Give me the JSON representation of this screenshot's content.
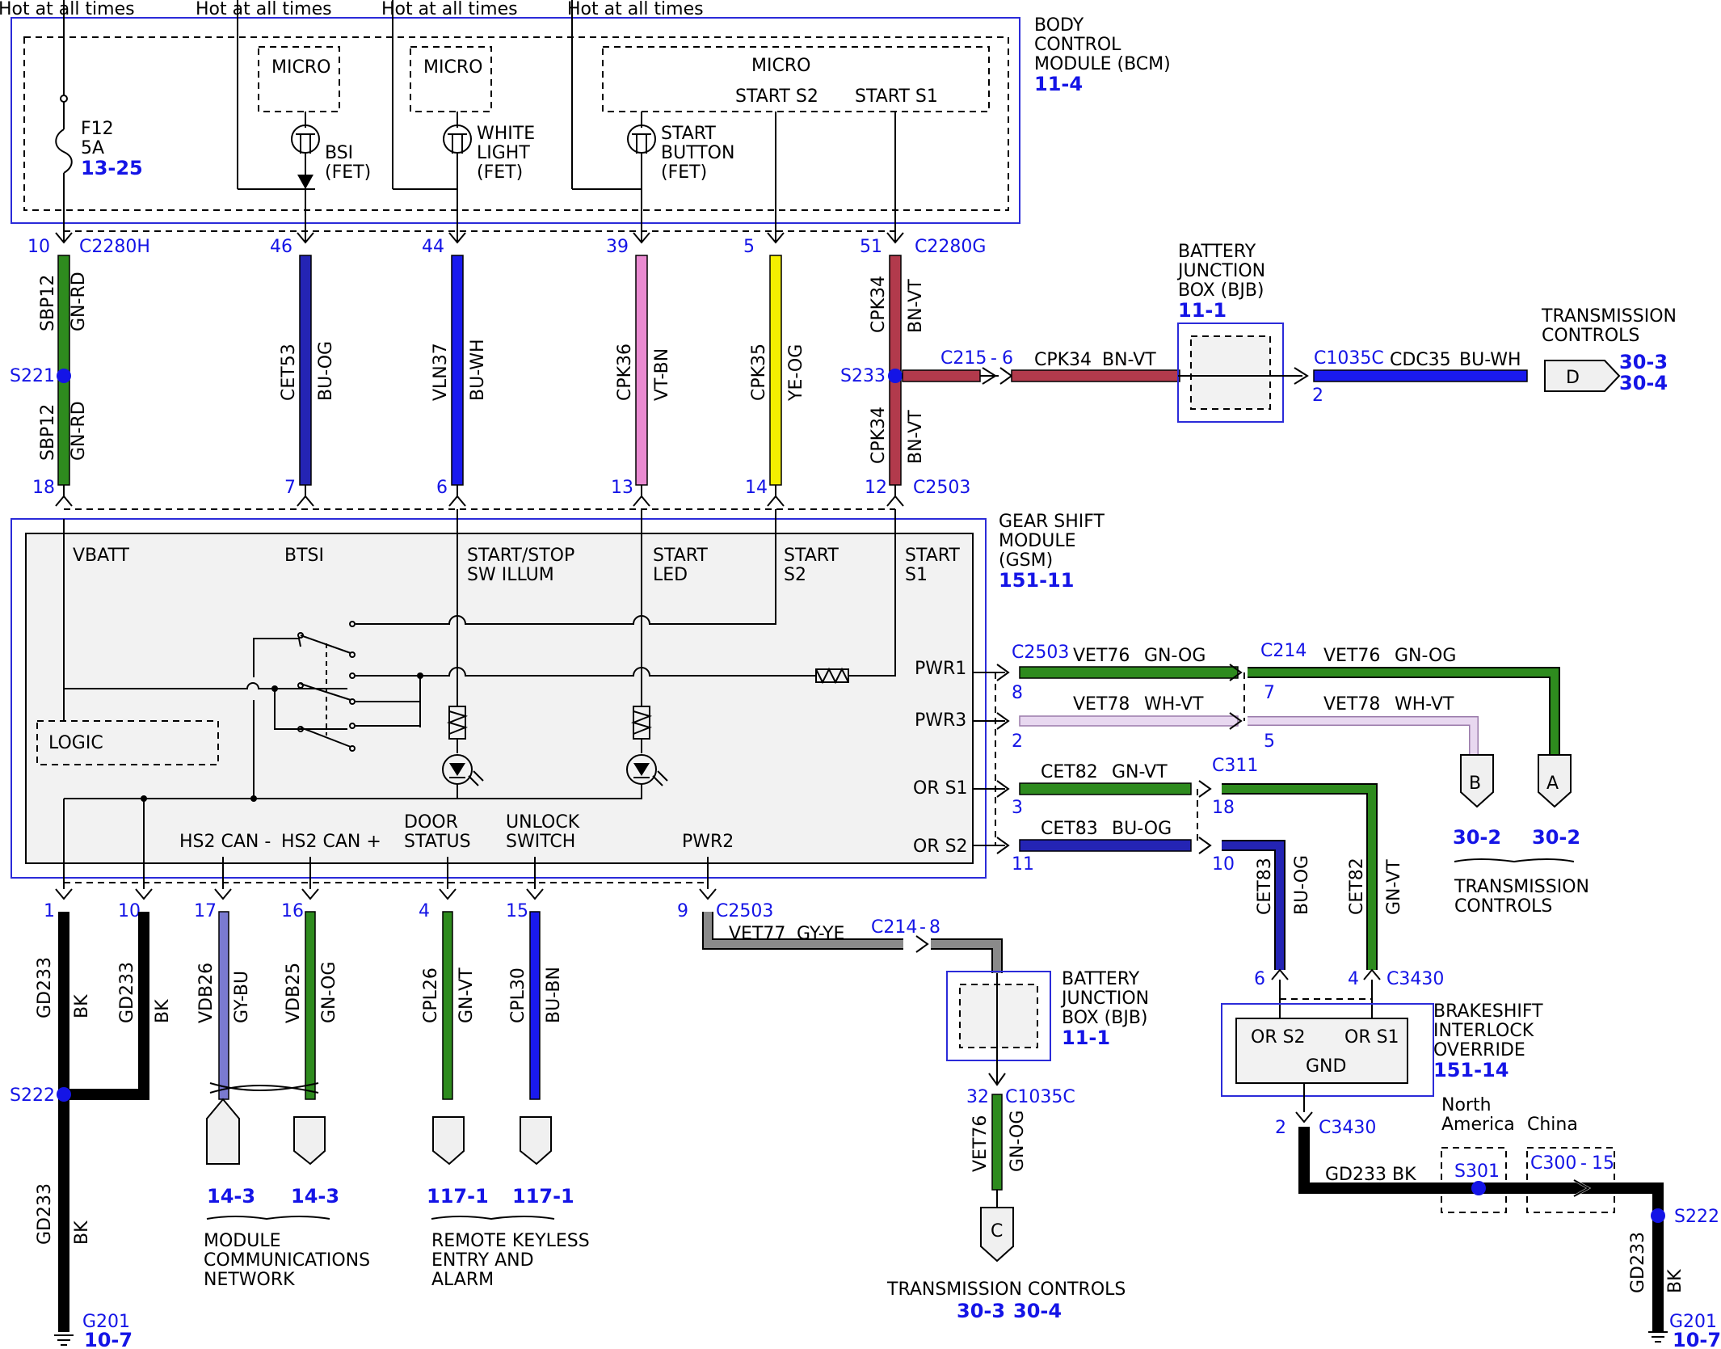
{
  "hot": "Hot at all times",
  "colors": {
    "GN-RD": "#2e8b1e",
    "BU-OG": "#2424b4",
    "BU-WH": "#1a1aee",
    "VT-BN": "#e98ad0",
    "YE-OG": "#f5f000",
    "BN-VT": "#b23a4c",
    "GN-OG": "#2e8b1e",
    "WH-VT": "#e8d8f0",
    "GN-VT": "#2e8b1e",
    "GY-YE": "#8a8a8a",
    "GY-BU": "#7a7ad0",
    "BU-BN": "#1a1aee",
    "BK": "#000000",
    "splice": "#1414e6"
  },
  "bcm": {
    "name": [
      "BODY",
      "CONTROL",
      "MODULE (BCM)"
    ],
    "ref": "11-4",
    "micro": "MICRO",
    "fuse": [
      "F12",
      "5A"
    ],
    "fuse_ref": "13-25",
    "bsi": [
      "BSI",
      "(FET)"
    ],
    "white": [
      "WHITE",
      "LIGHT",
      "(FET)"
    ],
    "startbtn": [
      "START",
      "BUTTON",
      "(FET)"
    ],
    "s2": "START S2",
    "s1": "START S1",
    "c1": "C2280H",
    "c2": "C2280G",
    "pins": [
      "10",
      "46",
      "44",
      "39",
      "5",
      "51"
    ]
  },
  "upper_wires": [
    {
      "id": "SBP12",
      "color": "GN-RD"
    },
    {
      "id": "CET53",
      "color": "BU-OG"
    },
    {
      "id": "VLN37",
      "color": "BU-WH"
    },
    {
      "id": "CPK36",
      "color": "VT-BN"
    },
    {
      "id": "CPK35",
      "color": "YE-OG"
    },
    {
      "id": "CPK34",
      "color": "BN-VT"
    }
  ],
  "s221": "S221",
  "s233": "S233",
  "gsm_top_pins": [
    "18",
    "7",
    "6",
    "13",
    "14",
    "12"
  ],
  "gsm_top_conn": "C2503",
  "c215": "C215",
  "c215_pin": "6",
  "cpk34_mid": {
    "id": "CPK34",
    "color": "BN-VT"
  },
  "bjb1": {
    "name": [
      "BATTERY",
      "JUNCTION",
      "BOX (BJB)"
    ],
    "ref": "11-1"
  },
  "c1035c": "C1035C",
  "c1035c_pin": "2",
  "cdc35": {
    "id": "CDC35",
    "color": "BU-WH"
  },
  "conn_d": "D",
  "trans_top": {
    "name": [
      "TRANSMISSION",
      "CONTROLS"
    ],
    "refs": [
      "30-3",
      "30-4"
    ]
  },
  "gsm": {
    "name": [
      "GEAR SHIFT",
      "MODULE",
      "(GSM)"
    ],
    "ref": "151-11",
    "vbatt": "VBATT",
    "btsi": "BTSI",
    "sws": [
      "START/STOP",
      "SW ILLUM"
    ],
    "led": [
      "START",
      "LED"
    ],
    "s2": [
      "START",
      "S2"
    ],
    "s1": [
      "START",
      "S1"
    ],
    "logic": "LOGIC",
    "pwr1": "PWR1",
    "pwr3": "PWR3",
    "ors1": "OR S1",
    "ors2": "OR S2",
    "hs2m": "HS2 CAN -",
    "hs2p": "HS2 CAN +",
    "door": [
      "DOOR",
      "STATUS"
    ],
    "unlock": [
      "UNLOCK",
      "SWITCH"
    ],
    "pwr2": "PWR2"
  },
  "right_wires": {
    "c2503": "C2503",
    "c214": "C214",
    "c311": "C311",
    "vet76": {
      "id": "VET76",
      "color": "GN-OG"
    },
    "vet78": {
      "id": "VET78",
      "color": "WH-VT"
    },
    "cet82": {
      "id": "CET82",
      "color": "GN-VT"
    },
    "cet83": {
      "id": "CET83",
      "color": "BU-OG"
    },
    "pins_gsm": [
      "8",
      "2",
      "3",
      "11"
    ],
    "pins_c214": [
      "7",
      "5"
    ],
    "pins_c311": [
      "18",
      "10"
    ]
  },
  "conn_b": "B",
  "conn_a": "A",
  "trans_right": {
    "name": [
      "TRANSMISSION",
      "CONTROLS"
    ],
    "refs": [
      "30-2",
      "30-2"
    ]
  },
  "bsio": {
    "name": [
      "BRAKESHIFT",
      "INTERLOCK",
      "OVERRIDE"
    ],
    "ref": "151-14",
    "ors2": "OR S2",
    "ors1": "OR S1",
    "gnd": "GND",
    "conn": "C3430",
    "pins": [
      "6",
      "4",
      "2"
    ]
  },
  "ground_right": {
    "wire": "GD233 BK",
    "na": [
      "North",
      "America"
    ],
    "china": "China",
    "s301": "S301",
    "c300": "C300",
    "c300_pin": "15",
    "s222": "S222",
    "g201": "G201",
    "g_ref": "10-7",
    "id": "GD233",
    "color": "BK"
  },
  "bottom": {
    "pins": [
      "1",
      "10",
      "17",
      "16",
      "4",
      "15",
      "9"
    ],
    "conn": "C2503",
    "gd233": {
      "id": "GD233",
      "color": "BK"
    },
    "vdb26": {
      "id": "VDB26",
      "color": "GY-BU"
    },
    "vdb25": {
      "id": "VDB25",
      "color": "GN-OG"
    },
    "cpl26": {
      "id": "CPL26",
      "color": "GN-VT"
    },
    "cpl30": {
      "id": "CPL30",
      "color": "BU-BN"
    },
    "vet77": {
      "id": "VET77",
      "color": "GY-YE"
    },
    "s222": "S222",
    "g201": "G201",
    "g_ref": "10-7",
    "mcn_refs": [
      "14-3",
      "14-3"
    ],
    "mcn": [
      "MODULE",
      "COMMUNICATIONS",
      "NETWORK"
    ],
    "rke_refs": [
      "117-1",
      "117-1"
    ],
    "rke": [
      "REMOTE KEYLESS",
      "ENTRY AND",
      "ALARM"
    ],
    "c214": "C214",
    "c214_pin": "8",
    "bjb2": {
      "name": [
        "BATTERY",
        "JUNCTION",
        "BOX (BJB)"
      ],
      "ref": "11-1"
    },
    "c1035c": "C1035C",
    "c1035c_pin": "32",
    "vet76": {
      "id": "VET76",
      "color": "GN-OG"
    },
    "conn_c": "C",
    "trans": "TRANSMISSION CONTROLS",
    "trans_refs": [
      "30-3",
      "30-4"
    ]
  }
}
